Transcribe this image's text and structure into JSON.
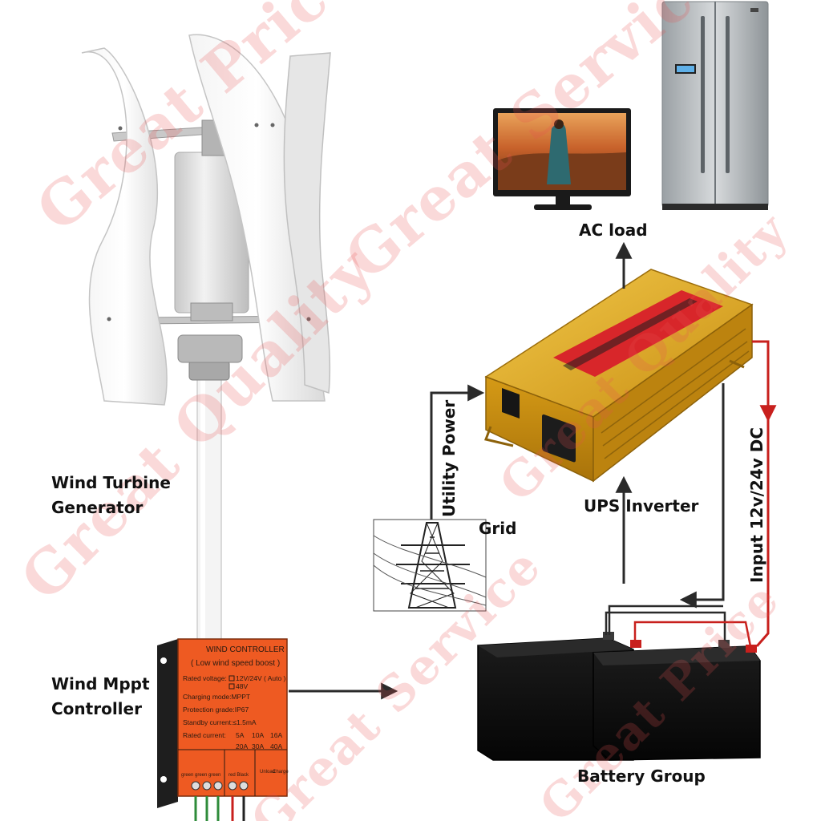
{
  "labels": {
    "ac_load": "AC load",
    "utility_power": "Utility Power",
    "grid": "Grid",
    "ups_inverter": "UPS  Inverter",
    "input_dc": "Input 12v/24v DC",
    "wind_turbine_line1": "Wind Turbine",
    "wind_turbine_line2": "Generator",
    "mppt_line1": "Wind Mppt",
    "mppt_line2": "Controller",
    "battery_group": "Battery Group"
  },
  "controller": {
    "title": "WIND CONTROLLER",
    "subtitle": "( Low wind speed boost )",
    "rated_voltage": "Rated voltage:",
    "rated_voltage_value": "12V/24V ( Auto )",
    "alt_voltage": "48V",
    "charging_mode": "Charging mode:MPPT",
    "protection_grade": "Protection grade:IP67",
    "standby_current": "Standby current:≤1.5mA",
    "rated_current": "Rated current:",
    "currents_row1": [
      "5A",
      "10A",
      "16A"
    ],
    "currents_row2": [
      "20A",
      "30A",
      "40A"
    ],
    "terminal_labels": [
      "green green green",
      "red  Black",
      "Unload",
      "Charge"
    ]
  },
  "watermarks": [
    "Great Price",
    "Great Service",
    "Great Quality",
    "Great Quality",
    "Great Service",
    "Great Price"
  ],
  "colors": {
    "controller_orange": "#ee5a22",
    "inverter_gold": "#d9a21a",
    "dc_wire_red": "#c8201d",
    "wire_dark": "#2a2a2a",
    "watermark": "#e85050"
  },
  "icons": [
    "wind-turbine-icon",
    "monitor-icon",
    "refrigerator-icon",
    "inverter-icon",
    "power-tower-icon",
    "battery-icon",
    "charge-controller-icon"
  ]
}
